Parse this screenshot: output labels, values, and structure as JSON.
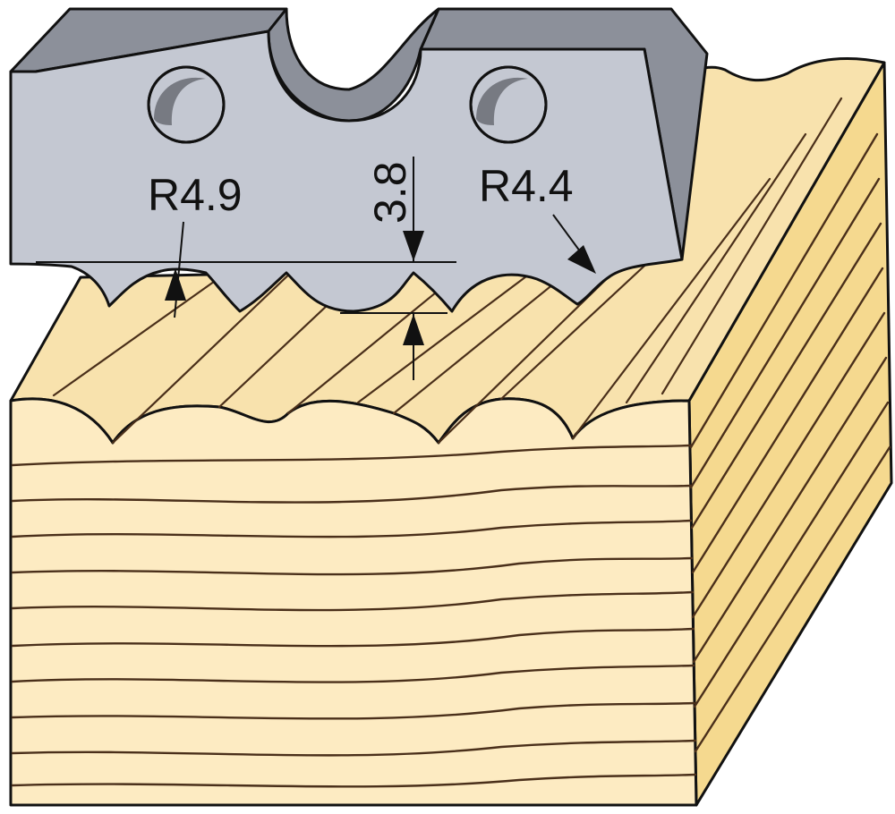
{
  "labels": {
    "radius_left": "R4.9",
    "depth": "3.8",
    "radius_right": "R4.4"
  },
  "colors": {
    "wood_face": "#fdebc2",
    "wood_front": "#fdebc2",
    "wood_side": "#f5d98f",
    "wood_top_ridge": "#f8e2ad",
    "grain_line": "#4a2f1a",
    "knife_face": "#c4c8d2",
    "knife_top": "#8c909a",
    "knife_edge": "#9da1ab",
    "knife_hole_inner": "#777a82",
    "outline": "#111111"
  }
}
